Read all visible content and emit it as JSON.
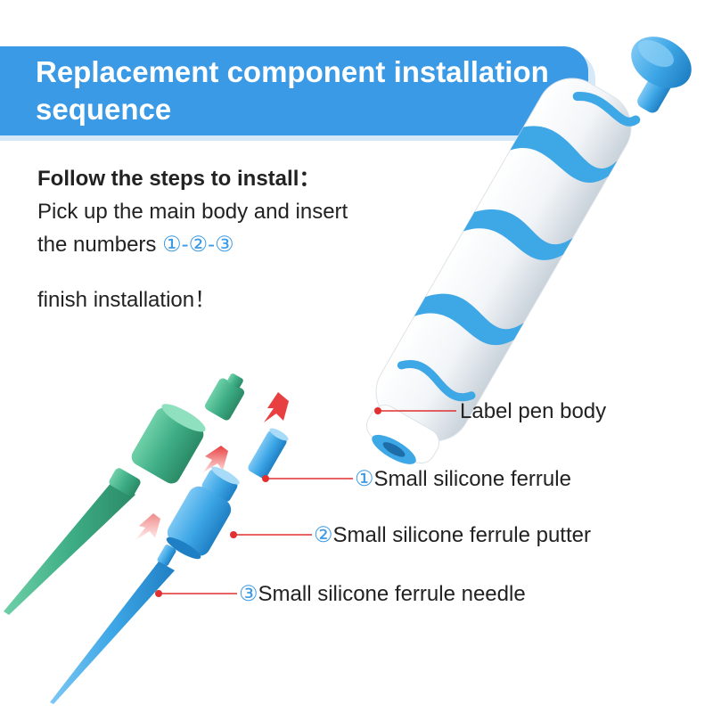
{
  "banner": {
    "title": "Replacement component installation sequence"
  },
  "instructions": {
    "heading": "Follow the steps to install：",
    "line1": "Pick up the main body and insert",
    "line2_prefix": "the numbers ",
    "numbers": "①-②-③",
    "finish": "finish installation！"
  },
  "callouts": [
    {
      "marker": "",
      "text": "Label pen body"
    },
    {
      "marker": "①",
      "text": "Small silicone ferrule"
    },
    {
      "marker": "②",
      "text": "Small silicone ferrule putter"
    },
    {
      "marker": "③",
      "text": "Small silicone ferrule needle"
    }
  ],
  "colors": {
    "accent": "#3a9ae6",
    "banner": "#3a9ae6",
    "callout_line": "#e03030",
    "green_part": "#3fae86",
    "blue_part": "#3ea7e6",
    "arrow": "#e84040"
  },
  "icons": [
    "up-arrow-icon"
  ]
}
